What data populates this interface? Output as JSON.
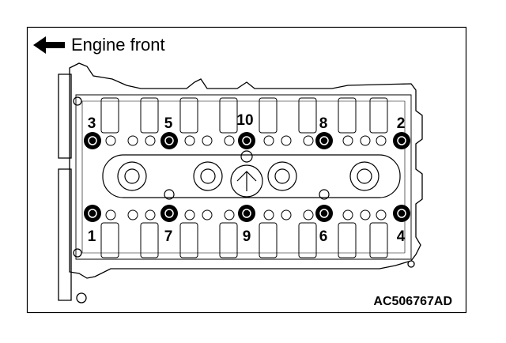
{
  "figure": {
    "direction_label": "Engine front",
    "figure_code": "AC506767AD"
  },
  "icons": {
    "direction": "arrow-left-icon"
  },
  "bolts": [
    {
      "label": "3"
    },
    {
      "label": "5"
    },
    {
      "label": "10"
    },
    {
      "label": "8"
    },
    {
      "label": "2"
    },
    {
      "label": "1"
    },
    {
      "label": "7"
    },
    {
      "label": "9"
    },
    {
      "label": "6"
    },
    {
      "label": "4"
    }
  ]
}
